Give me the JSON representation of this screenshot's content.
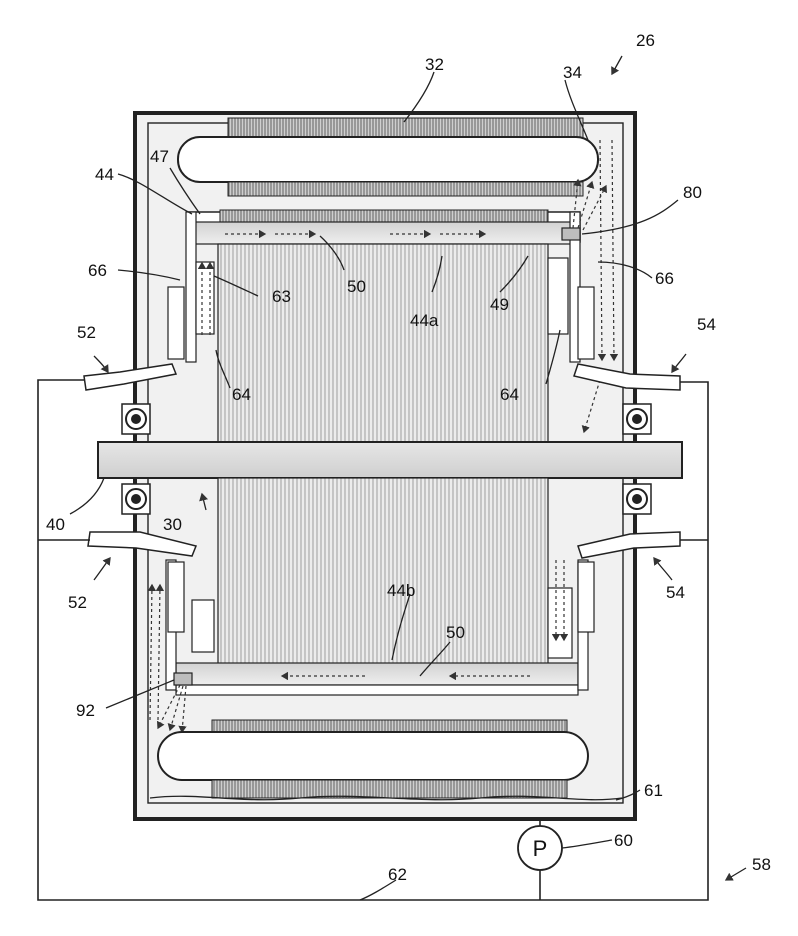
{
  "figure": {
    "labels": {
      "l26": "26",
      "l32": "32",
      "l34": "34",
      "l44": "44",
      "l47": "47",
      "l80": "80",
      "l66_left": "66",
      "l63": "63",
      "l50_top": "50",
      "l44a": "44a",
      "l49": "49",
      "l66_right": "66",
      "l52_top": "52",
      "l54_top": "54",
      "l64_left": "64",
      "l64_right": "64",
      "l40": "40",
      "l30": "30",
      "l52_bottom": "52",
      "l54_bottom": "54",
      "l44b": "44b",
      "l50_bottom": "50",
      "l92": "92",
      "l61": "61",
      "l60": "60",
      "l58": "58",
      "l62": "62",
      "pump": "P"
    },
    "colors": {
      "housing_fill": "#f1f1f1",
      "stroke": "#222222",
      "rotor_fill": "#e8e8e8",
      "shaft_fill": "#dcdcdc",
      "coil_fill": "#ffffff"
    }
  }
}
